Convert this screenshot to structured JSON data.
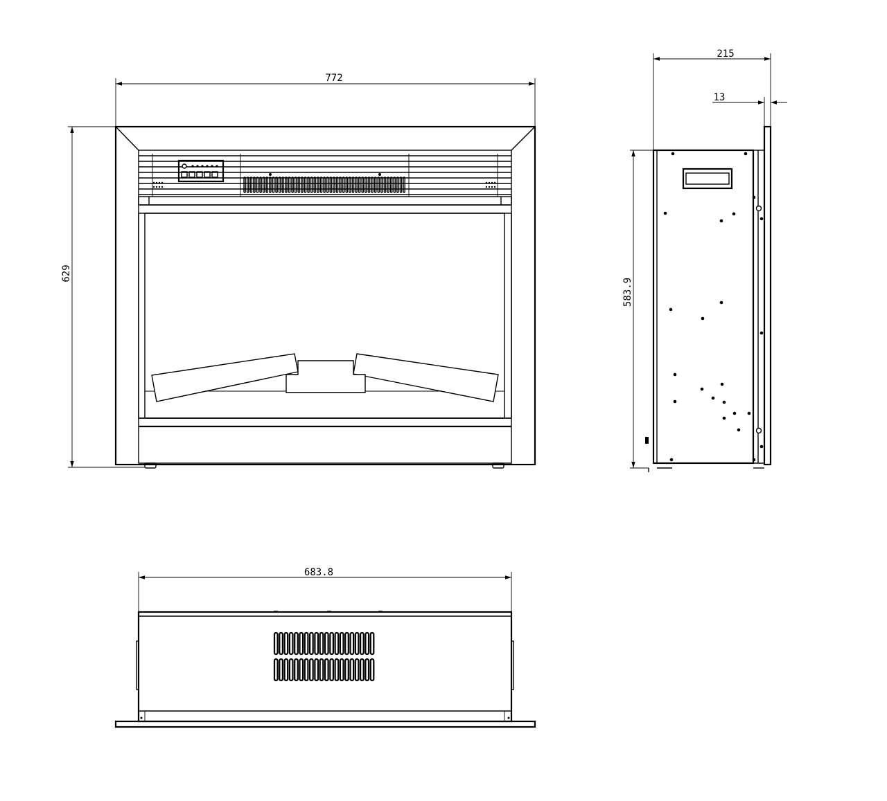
{
  "dimensions": {
    "front_width": "772",
    "front_height": "629",
    "side_depth": "215",
    "side_lip": "13",
    "side_height": "583.9",
    "bottom_width": "683.8"
  }
}
